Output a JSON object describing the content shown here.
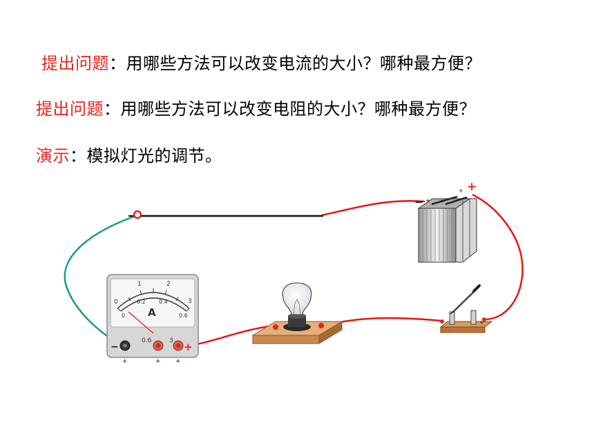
{
  "lines": [
    {
      "label": "提出问题",
      "sep": "：",
      "body": "用哪些方法可以改变电流的大小？哪种最方便？"
    },
    {
      "label": "提出问题",
      "sep": "：",
      "body": "用哪些方法可以改变电阻的大小？哪种最方便？"
    },
    {
      "label": "演示",
      "sep": "：",
      "body": "模拟灯光的调节。"
    }
  ],
  "ammeter": {
    "unit": "A",
    "upper_ticks": [
      "0",
      "1",
      "2",
      "3"
    ],
    "lower_ticks": [
      "0",
      "0.2",
      "0.4",
      "0.6"
    ],
    "terminal_labels": [
      "0.6",
      "3"
    ],
    "neg": "−",
    "pos": "+",
    "pin": "+"
  },
  "battery": {
    "pos": "+",
    "neg": "−",
    "pin": "+"
  },
  "switch": {
    "pin": "+"
  },
  "colors": {
    "accent": "#e8231c",
    "wire_red": "#ee1111",
    "wire_teal": "#149a8a",
    "bare_wire": "#111111",
    "board": "#d69a5c"
  }
}
